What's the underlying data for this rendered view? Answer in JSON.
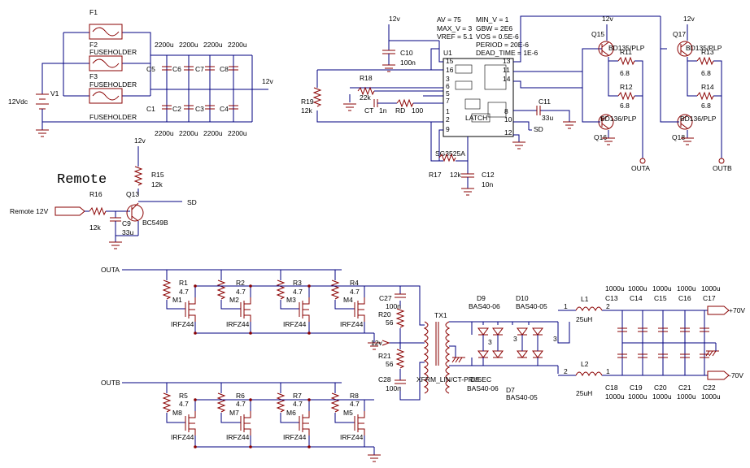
{
  "fuses": [
    {
      "ref": "F1",
      "label": "FUSEHOLDER"
    },
    {
      "ref": "F2",
      "label": "FUSEHOLDER"
    },
    {
      "ref": "F3",
      "label": "FUSEHOLDER"
    }
  ],
  "source": {
    "ref": "V1",
    "value": "12Vdc"
  },
  "input_caps_top": [
    {
      "ref": "C5",
      "value": "2200u"
    },
    {
      "ref": "C6",
      "value": "2200u"
    },
    {
      "ref": "C7",
      "value": "2200u"
    },
    {
      "ref": "C8",
      "value": "2200u"
    }
  ],
  "input_caps_bottom": [
    {
      "ref": "C1",
      "value": "2200u"
    },
    {
      "ref": "C2",
      "value": "2200u"
    },
    {
      "ref": "C3",
      "value": "2200u"
    },
    {
      "ref": "C4",
      "value": "2200u"
    }
  ],
  "net_12v": "12v",
  "u1": {
    "ref": "U1",
    "part": "SG3525A",
    "params": {
      "av": "AV = 75",
      "min_v": "MIN_V = 1",
      "max_v": "MAX_V = 3",
      "gbw": "GBW = 2E6",
      "vref": "VREF = 5.1",
      "vos": "VOS = 0.5E-6",
      "period": "PERIOD = 20E-6",
      "dead_time": "DEAD_TIME = 1E-6"
    },
    "pins": [
      "15",
      "16",
      "3",
      "6",
      "5",
      "7",
      "1",
      "2",
      "9",
      "13",
      "11",
      "14",
      "8",
      "10",
      "12"
    ],
    "latch": "LATCH"
  },
  "c10": {
    "ref": "C10",
    "value": "100n"
  },
  "r18": {
    "ref": "R18",
    "value": "22k"
  },
  "r19": {
    "ref": "R19",
    "value": "12k"
  },
  "ct": {
    "ref": "CT",
    "value": "1n"
  },
  "rd": {
    "ref": "RD",
    "value": "100"
  },
  "c11": {
    "ref": "C11",
    "value": "33u"
  },
  "r17": {
    "ref": "R17",
    "value": "12k"
  },
  "c12": {
    "ref": "C12",
    "value": "10n"
  },
  "sd": "SD",
  "drivers": [
    {
      "ref": "Q15",
      "part": "BD135/PLP"
    },
    {
      "ref": "Q16",
      "part": "BD136/PLP"
    },
    {
      "ref": "Q17",
      "part": "BD135/PLP"
    },
    {
      "ref": "Q18",
      "part": "BD136/PLP"
    }
  ],
  "r11": {
    "ref": "R11",
    "value": "6.8"
  },
  "r12": {
    "ref": "R12",
    "value": "6.8"
  },
  "r13": {
    "ref": "R13",
    "value": "6.8"
  },
  "r14": {
    "ref": "R14",
    "value": "6.8"
  },
  "outa": "OUTA",
  "outb": "OUTB",
  "remote": {
    "title": "Remote",
    "input": "Remote 12V",
    "r16": "R16",
    "r16_val": "12k",
    "r15": "R15",
    "r15_val": "12k",
    "q13": "Q13",
    "q13_part": "BC549B",
    "c9": "C9",
    "c9_val": "33u"
  },
  "mosfets_a": [
    {
      "r": "R1",
      "rv": "4.7",
      "m": "M1",
      "part": "IRFZ44"
    },
    {
      "r": "R2",
      "rv": "4.7",
      "m": "M2",
      "part": "IRFZ44"
    },
    {
      "r": "R3",
      "rv": "4.7",
      "m": "M3",
      "part": "IRFZ44"
    },
    {
      "r": "R4",
      "rv": "4.7",
      "m": "M4",
      "part": "IRFZ44"
    }
  ],
  "mosfets_b": [
    {
      "r": "R5",
      "rv": "4.7",
      "m": "M8",
      "part": "IRFZ44"
    },
    {
      "r": "R6",
      "rv": "4.7",
      "m": "M7",
      "part": "IRFZ44"
    },
    {
      "r": "R7",
      "rv": "4.7",
      "m": "M6",
      "part": "IRFZ44"
    },
    {
      "r": "R8",
      "rv": "4.7",
      "m": "M5",
      "part": "IRFZ44"
    }
  ],
  "snubber": {
    "c27": "C27",
    "c27_val": "100n",
    "r20": "R20",
    "r20_val": "56",
    "r21": "R21",
    "r21_val": "56",
    "c28": "C28",
    "c28_val": "100n"
  },
  "tx1": {
    "ref": "TX1",
    "label": "XFRM_LIN/CT-PRI/SEC"
  },
  "diodes": [
    {
      "ref": "D9",
      "part": "BAS40-06"
    },
    {
      "ref": "D10",
      "part": "BAS40-05"
    },
    {
      "ref": "D7",
      "part": "BAS40-05"
    },
    {
      "ref": "D8",
      "part": "BAS40-06"
    }
  ],
  "l1": {
    "ref": "L1",
    "value": "25uH"
  },
  "l2": {
    "ref": "L2",
    "value": "25uH"
  },
  "out_caps_top": [
    {
      "ref": "C13",
      "value": "1000u"
    },
    {
      "ref": "C14",
      "value": "1000u"
    },
    {
      "ref": "C15",
      "value": "1000u"
    },
    {
      "ref": "C16",
      "value": "1000u"
    },
    {
      "ref": "C17",
      "value": "1000u"
    }
  ],
  "out_caps_bottom": [
    {
      "ref": "C18",
      "value": "1000u"
    },
    {
      "ref": "C19",
      "value": "1000u"
    },
    {
      "ref": "C20",
      "value": "1000u"
    },
    {
      "ref": "C21",
      "value": "1000u"
    },
    {
      "ref": "C22",
      "value": "1000u"
    }
  ],
  "vplus": "+70V",
  "vminus": "-70V",
  "pin_nums": {
    "one": "1",
    "two": "2",
    "three": "3"
  }
}
